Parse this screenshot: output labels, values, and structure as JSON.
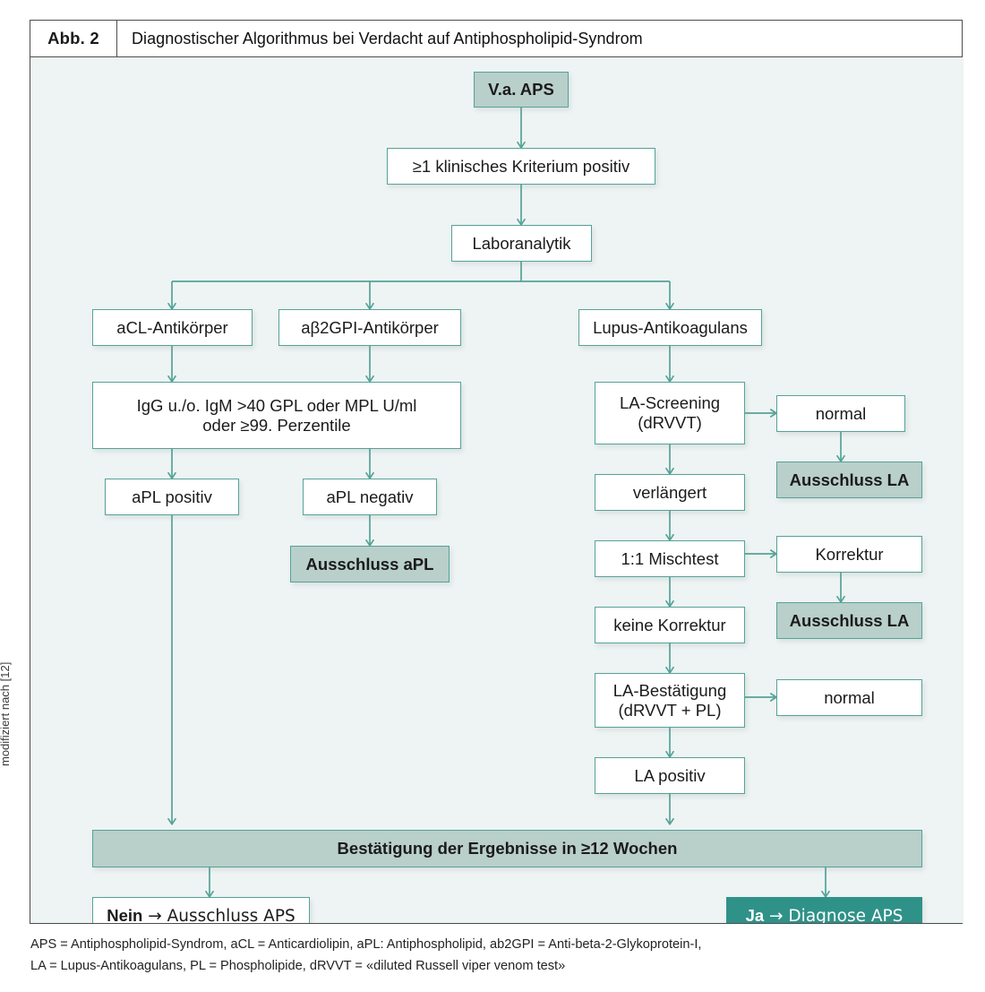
{
  "figure": {
    "label": "Abb. 2",
    "caption": "Diagnostischer Algorithmus bei Verdacht auf Antiphospholipid-Syndrom",
    "credit": "modifiziert nach [12]"
  },
  "colors": {
    "accent_border": "#54a399",
    "sage_fill": "#b9cfca",
    "teal_fill": "#2f9289",
    "canvas_bg": "#eef4f3",
    "box_fill": "#ffffff",
    "frame_border": "#4d4d4d"
  },
  "nodes": {
    "start": "V.a. APS",
    "clinical_criterion": "≥1 klinisches Kriterium positiv",
    "lab_analysis": "Laboranalytik",
    "acl_ab": "aCL-Antikörper",
    "ab2gpi_ab": "aβ2GPI-Antikörper",
    "lupus_anticoagulant": "Lupus-Antikoagulans",
    "igg_line1": "IgG u./o. IgM >40 GPL oder MPL U/ml",
    "igg_line2": "oder ≥99. Perzentile",
    "apl_positive": "aPL positiv",
    "apl_negative": "aPL negativ",
    "exclusion_apl": "Ausschluss aPL",
    "la_screening_line1": "LA-Screening",
    "la_screening_line2": "(dRVVT)",
    "normal_1": "normal",
    "exclusion_la_1": "Ausschluss LA",
    "prolonged": "verlängert",
    "mixing_test": "1:1 Mischtest",
    "correction": "Korrektur",
    "exclusion_la_2": "Ausschluss LA",
    "no_correction": "keine Korrektur",
    "la_confirmation_line1": "LA-Bestätigung",
    "la_confirmation_line2": "(dRVVT + PL)",
    "normal_2": "normal",
    "la_positive": "LA positiv",
    "confirmation_bar": "Bestätigung der Ergebnisse in ≥12 Wochen",
    "outcome_no_bold": "Nein",
    "outcome_no_rest": " → Ausschluss APS",
    "outcome_yes_bold": "Ja",
    "outcome_yes_rest": " → Diagnose APS"
  },
  "legend": {
    "line1": "APS = Antiphospholipid-Syndrom, aCL = Anticardiolipin, aPL: Antiphospholipid, ab2GPI = Anti-beta-2-Glykoprotein-I,",
    "line2": "LA = Lupus-Antikoagulans, PL = Phospholipide, dRVVT = «diluted Russell viper venom test»"
  }
}
